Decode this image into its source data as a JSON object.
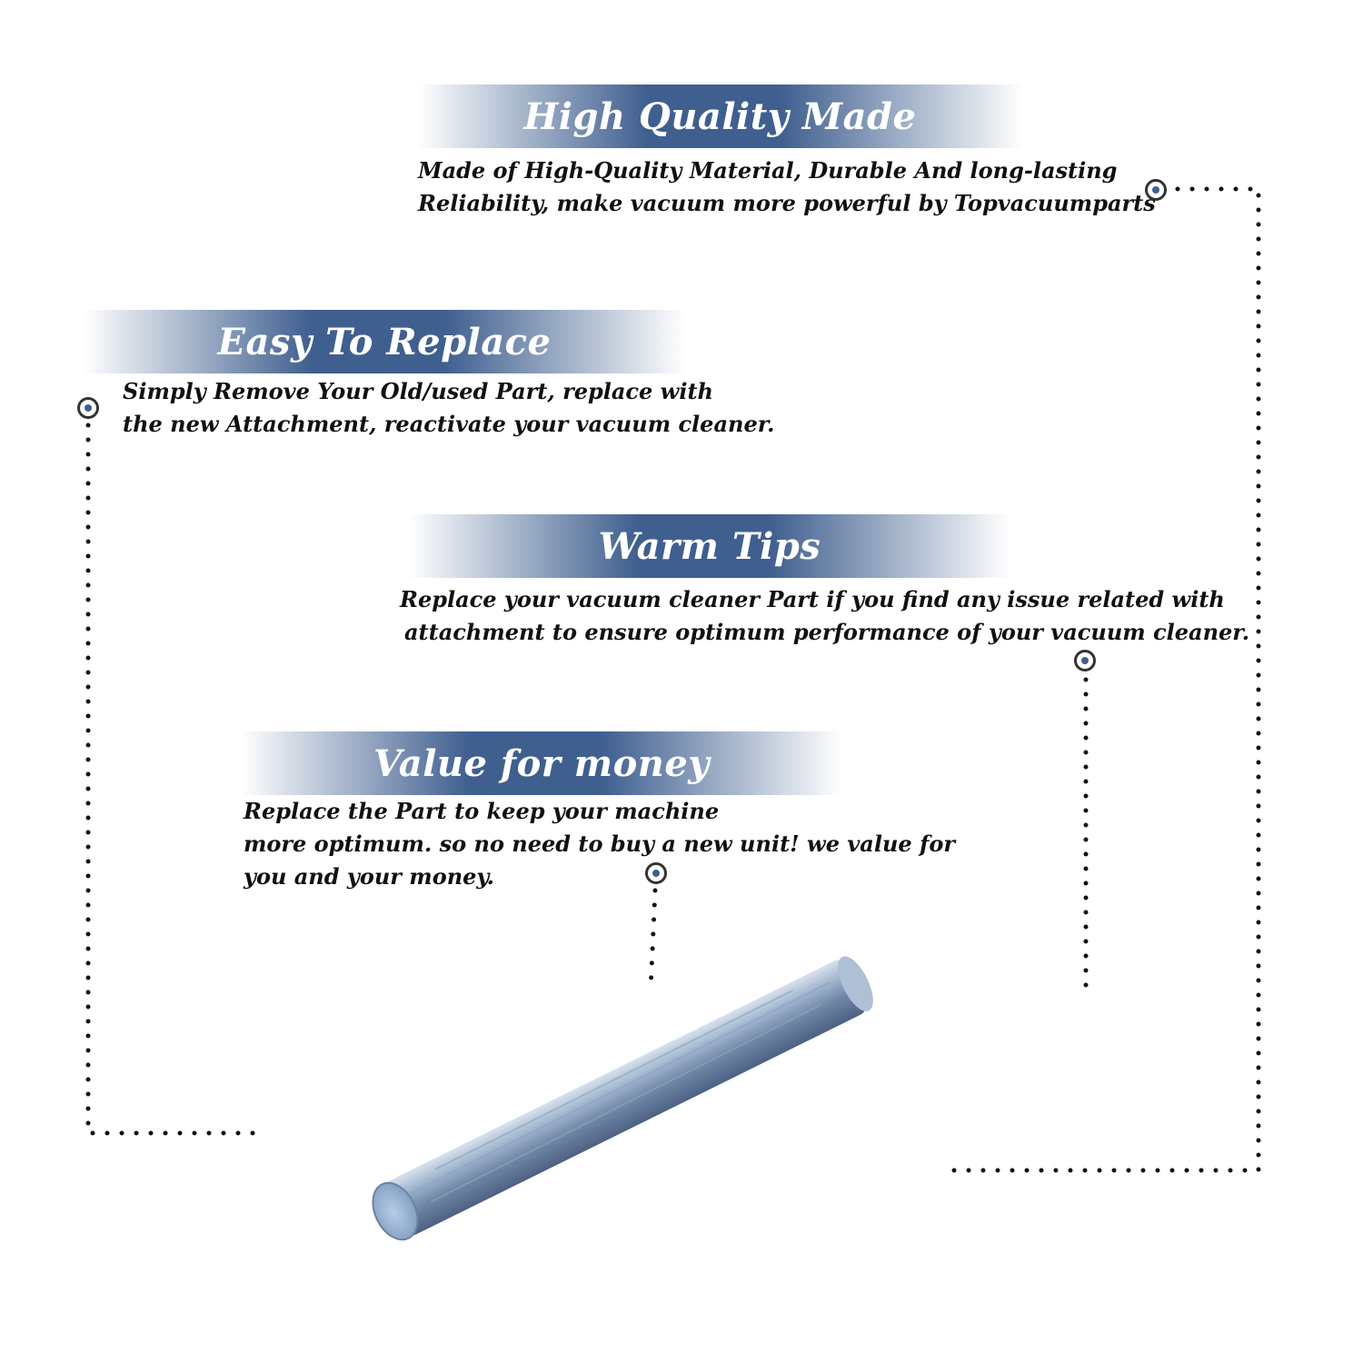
{
  "sections": [
    {
      "title": "High Quality Made",
      "lines": [
        "Made of  High-Quality Material, Durable And long-lasting",
        "Reliability, make vacuum more powerful by Topvacuumparts"
      ]
    },
    {
      "title": "Easy To Replace",
      "lines": [
        "Simply Remove Your Old/used Part, replace with",
        "the new Attachment, reactivate your vacuum cleaner."
      ]
    },
    {
      "title": "Warm Tips",
      "lines": [
        "Replace your vacuum cleaner Part if you find any issue related with",
        "attachment to ensure optimum performance of your vacuum cleaner."
      ]
    },
    {
      "title": "Value for money",
      "lines": [
        "Replace the Part to keep your machine",
        "more optimum. so no need to buy a new unit! we value for",
        "you and your money."
      ]
    }
  ],
  "colors": {
    "banner": "#3f5f8f",
    "text": "#111111",
    "dots": "#111111"
  }
}
